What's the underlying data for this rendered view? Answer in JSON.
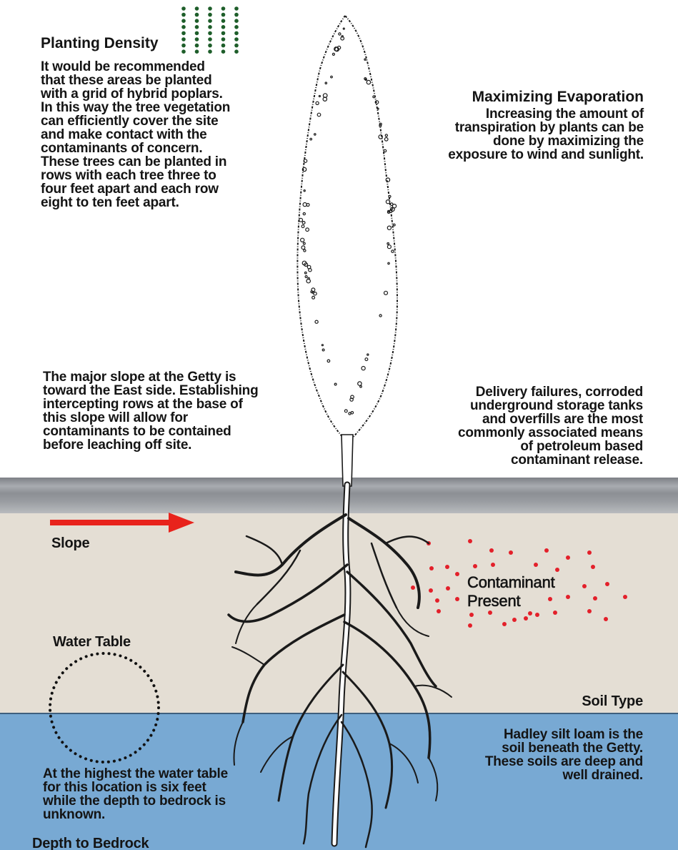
{
  "planting_density": {
    "heading": "Planting Density",
    "body": "It would be recommended\nthat these areas be planted\nwith a grid of hybrid poplars.\nIn this way the tree vegetation\ncan efficiently cover the site\nand make contact with the\ncontaminants of concern.\nThese trees can be planted in\nrows with each tree three to\nfour feet apart and each row\neight to ten feet apart."
  },
  "maximizing_evaporation": {
    "heading": "Maximizing Evaporation",
    "body": "Increasing the amount of\ntranspiration by plants can be\ndone by maximizing the\nexposure to wind and sunlight."
  },
  "slope_note": {
    "body": "The major slope at the Getty is\ntoward the East side. Establishing\nintercepting rows at the base of\nthis slope will allow for\ncontaminants to be contained\nbefore leaching off site."
  },
  "release_note": {
    "body": "Delivery failures, corroded\nunderground storage tanks\nand overfills are the most\ncommonly associated means\nof petroleum based\ncontaminant release."
  },
  "labels": {
    "slope": "Slope",
    "contaminant": "Contaminant\nPresent",
    "water_table": "Water Table",
    "soil_type": "Soil Type",
    "depth_to_bedrock": "Depth to Bedrock"
  },
  "soil_note": {
    "body": "Hadley silt loam is the\nsoil beneath the Getty.\nThese soils are deep and\nwell drained."
  },
  "water_note": {
    "body": "At the highest the water table\nfor this location is six feet\nwhile the depth to bedrock is\nunknown."
  },
  "colors": {
    "sky": "#ffffff",
    "surface_band": "#8f9297",
    "soil": "#e4ded4",
    "water": "#78a9d3",
    "arrow": "#e8231c",
    "contaminant_dots": "#e3202a",
    "density_dots": "#1e5e2a",
    "ink": "#141414"
  },
  "icons": {
    "density_grid": "dot-grid-icon",
    "slope_arrow": "right-arrow-icon",
    "water_table_circle": "dotted-circle-icon"
  }
}
